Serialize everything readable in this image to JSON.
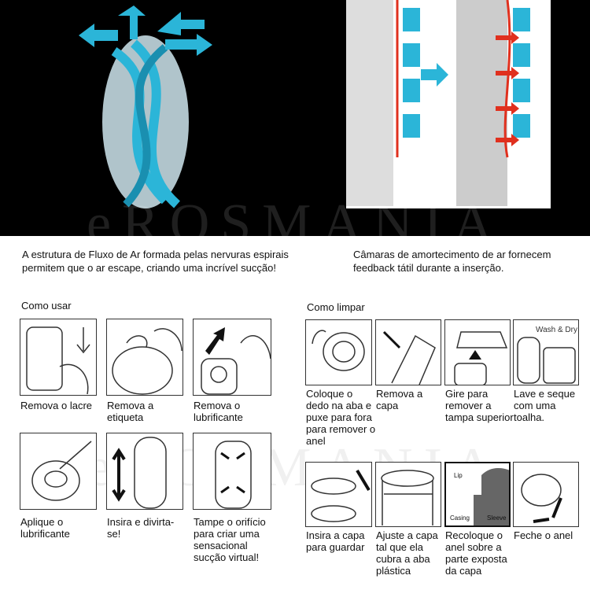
{
  "watermark": "eROSMANIA",
  "captions": {
    "airflow": "A estrutura de Fluxo de Ar formada pelas nervuras espirais permitem que o ar escape, criando uma incrível sucção!",
    "chambers": "Câmaras de amortecimento de ar fornecem feedback tátil durante a inserção."
  },
  "how_to_use": {
    "title": "Como usar",
    "steps": [
      "Remova o lacre",
      "Remova a etiqueta",
      "Remova o lubrificante",
      "Aplique o lubrificante",
      "Insira e divirta-se!",
      "Tampe o orifício para criar uma sensacional sucção virtual!"
    ]
  },
  "how_to_clean": {
    "title": "Como limpar",
    "steps": [
      "Coloque o dedo na aba e puxe para fora para remover o anel",
      "Remova a capa",
      "Gire para remover a tampa superior",
      "Lave e seque com uma toalha.",
      "Insira a capa para guardar",
      "Ajuste a capa tal que ela cubra a aba plástica",
      "Recoloque o anel sobre a parte exposta da capa",
      "Feche o anel"
    ],
    "illustration_labels": {
      "wash": "Wash & Dry",
      "lip": "Lip",
      "casing": "Casing",
      "sleeve": "Sleeve"
    }
  },
  "colors": {
    "accent_blue": "#2bb5d8",
    "accent_red": "#e0301e"
  }
}
